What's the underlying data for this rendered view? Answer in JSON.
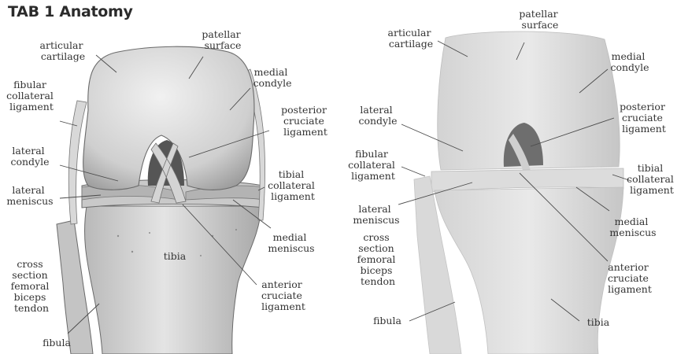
{
  "title": "TAB 1 Anatomy",
  "illustration": {
    "labels": {
      "articular_cartilage": [
        "articular",
        "cartilage"
      ],
      "patellar_surface": [
        "patellar",
        "surface"
      ],
      "medial_condyle": [
        "medial",
        "condyle"
      ],
      "posterior_cruciate": [
        "posterior",
        "cruciate",
        "ligament"
      ],
      "fibular_collateral": [
        "fibular",
        "collateral",
        "ligament"
      ],
      "lateral_condyle": [
        "lateral",
        "condyle"
      ],
      "tibial_collateral": [
        "tibial",
        "collateral",
        "ligament"
      ],
      "lateral_meniscus": [
        "lateral",
        "meniscus"
      ],
      "medial_meniscus": [
        "medial",
        "meniscus"
      ],
      "tibia": [
        "tibia"
      ],
      "cross_section": [
        "cross",
        "section",
        "femoral",
        "biceps",
        "tendon"
      ],
      "anterior_cruciate": [
        "anterior",
        "cruciate",
        "ligament"
      ],
      "fibula": [
        "fibula"
      ]
    }
  },
  "photo": {
    "labels": {
      "articular_cartilage": [
        "articular",
        "cartilage"
      ],
      "patellar_surface": [
        "patellar",
        "surface"
      ],
      "medial_condyle": [
        "medial",
        "condyle"
      ],
      "lateral_condyle": [
        "lateral",
        "condyle"
      ],
      "posterior_cruciate": [
        "posterior",
        "cruciate",
        "ligament"
      ],
      "fibular_collateral": [
        "fibular",
        "collateral",
        "ligament"
      ],
      "tibial_collateral": [
        "tibial",
        "collateral",
        "ligament"
      ],
      "lateral_meniscus": [
        "lateral",
        "meniscus"
      ],
      "medial_meniscus": [
        "medial",
        "meniscus"
      ],
      "cross_section": [
        "cross",
        "section",
        "femoral",
        "biceps",
        "tendon"
      ],
      "anterior_cruciate": [
        "anterior",
        "cruciate",
        "ligament"
      ],
      "fibula": [
        "fibula"
      ],
      "tibia": [
        "tibia"
      ]
    }
  }
}
